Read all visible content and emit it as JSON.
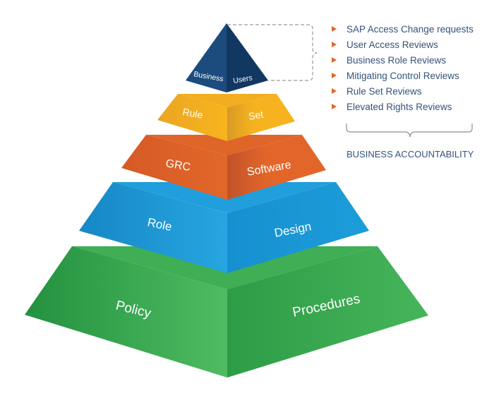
{
  "pyramid": {
    "tiers": [
      {
        "left": "Business",
        "right": "Users",
        "color": "#1b4a7c"
      },
      {
        "left": "Rule",
        "right": "Set",
        "color": "#f7b21f"
      },
      {
        "left": "GRC",
        "right": "Software",
        "color": "#e2662a"
      },
      {
        "left": "Role",
        "right": "Design",
        "color": "#1d9bd8"
      },
      {
        "left": "Policy",
        "right": "Procedures",
        "color": "#3aaa52"
      }
    ]
  },
  "accountability": {
    "items": [
      "SAP Access Change requests",
      "User Access Reviews",
      "Business Role Reviews",
      "Mitigating Control Reviews",
      "Rule Set Reviews",
      "Elevated Rights Reviews"
    ],
    "label": "BUSINESS ACCOUNTABILITY",
    "bullet_color": "#e2662a",
    "text_color": "#34537a"
  }
}
